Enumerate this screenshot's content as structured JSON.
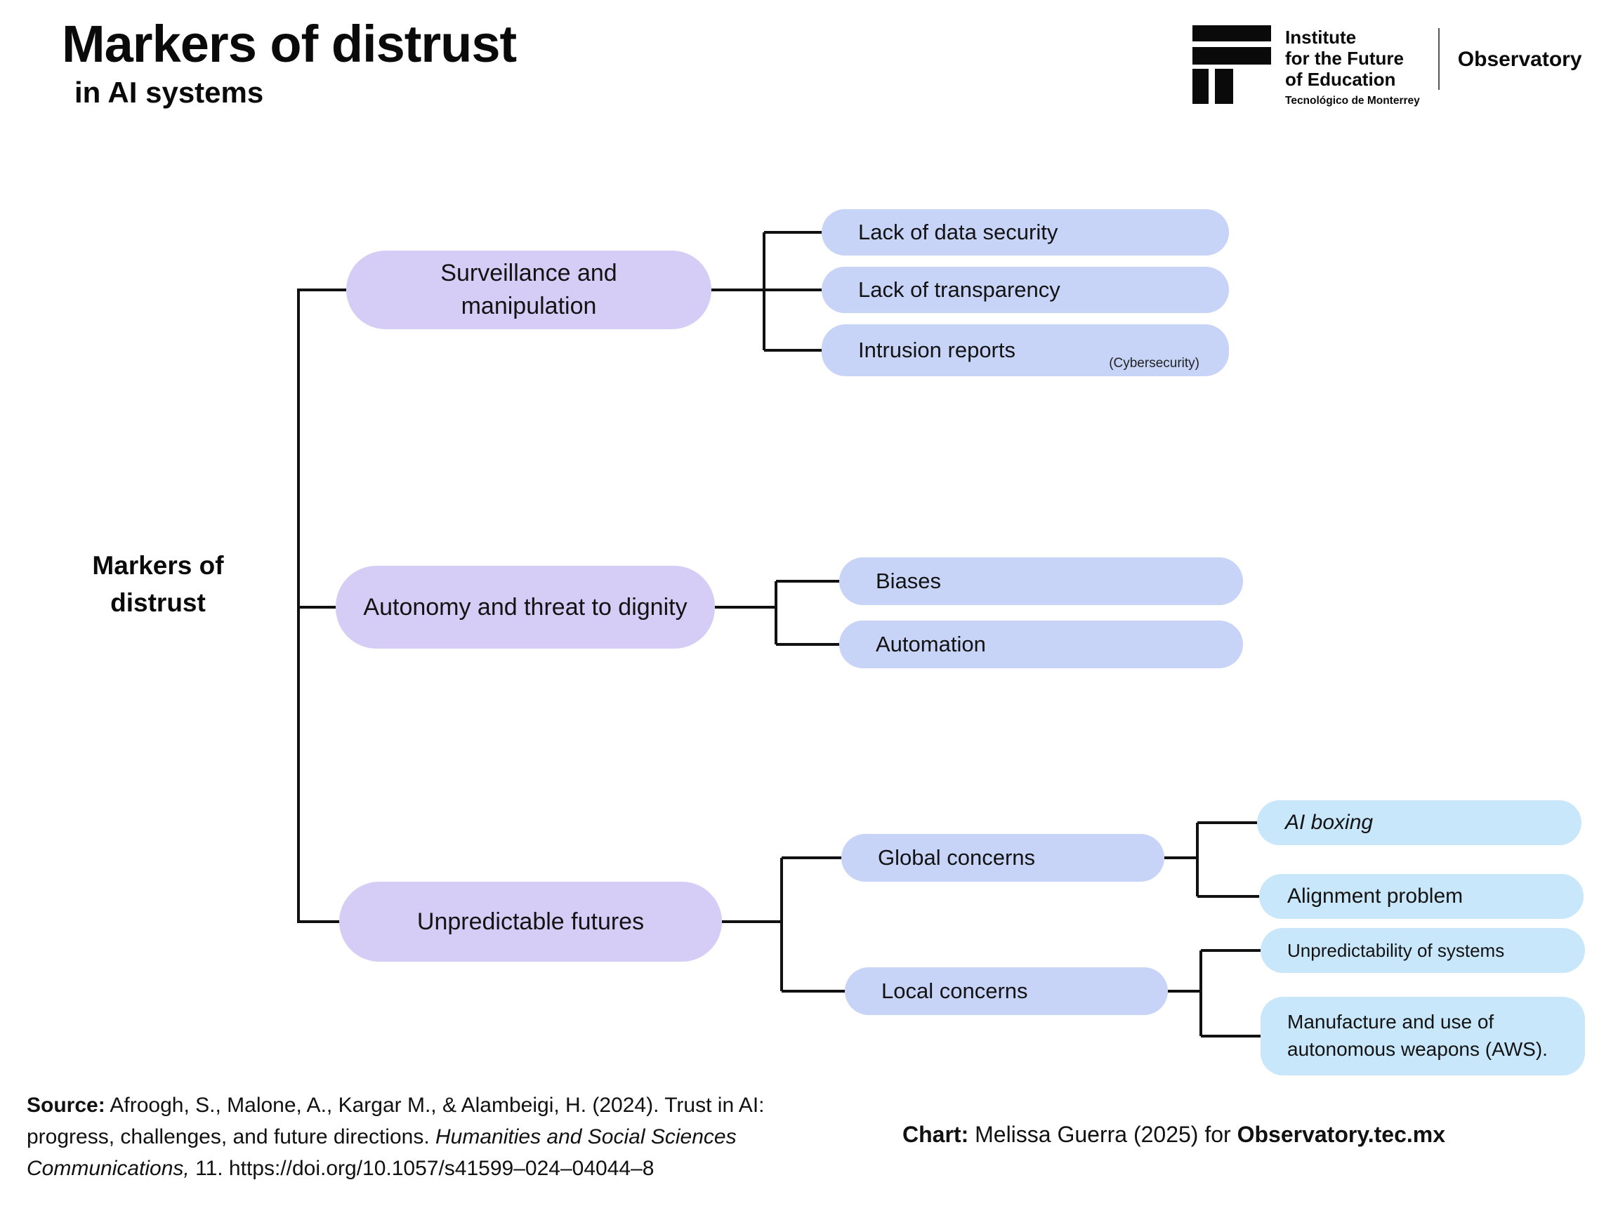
{
  "header": {
    "title": "Markers of distrust",
    "subtitle": "in AI systems",
    "logo": {
      "org_line1": "Institute",
      "org_line2": "for the Future",
      "org_line3": "of Education",
      "org_sub": "Tecnológico de Monterrey",
      "brand": "Observatory"
    }
  },
  "colors": {
    "level1_fill": "#d6cdf6",
    "level2_fill": "#c7d4f8",
    "level3_fill": "#c9e7fa",
    "connector": "#111111",
    "text": "#131313"
  },
  "tree": {
    "root": {
      "line1": "Markers of",
      "line2": "distrust"
    },
    "branches": [
      {
        "label": "Surveillance and manipulation",
        "children": [
          {
            "label": "Lack of data security"
          },
          {
            "label": "Lack of transparency"
          },
          {
            "label": "Intrusion reports",
            "note": "(Cybersecurity)"
          }
        ]
      },
      {
        "label": "Autonomy and threat to dignity",
        "children": [
          {
            "label": "Biases"
          },
          {
            "label": "Automation"
          }
        ]
      },
      {
        "label": "Unpredictable futures",
        "groups": [
          {
            "label": "Global concerns",
            "children": [
              {
                "label": "AI boxing"
              },
              {
                "label": "Alignment problem"
              }
            ]
          },
          {
            "label": "Local concerns",
            "children": [
              {
                "label": "Unpredictability of systems"
              },
              {
                "label": "Manufacture and use of autonomous weapons (AWS)."
              }
            ]
          }
        ]
      }
    ]
  },
  "footer": {
    "source": {
      "label": "Source:",
      "line1_text": "Afroogh, S., Malone, A., Kargar M., & Alambeigi, H. (2024). Trust in AI:",
      "line2_text": "progress, challenges, and future directions.",
      "line2_italic": "Humanities and Social Sciences",
      "line3_italic": "Communications,",
      "line3_text": "11. https://doi.org/10.1057/s41599–024–04044–8"
    },
    "credit": {
      "label": "Chart:",
      "text": "Melissa Guerra (2025) for",
      "brand": "Observatory.tec.mx"
    }
  }
}
